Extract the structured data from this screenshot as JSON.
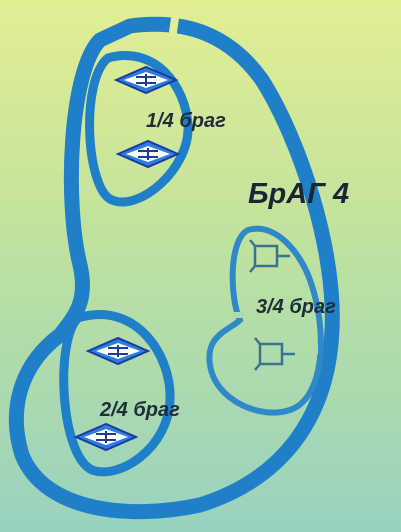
{
  "diagram": {
    "title": "БрАГ 4",
    "quarters": [
      {
        "id": "q1",
        "label": "1/4 браг"
      },
      {
        "id": "q2",
        "label": "2/4 браг"
      },
      {
        "id": "q3",
        "label": "3/4 браг"
      }
    ]
  },
  "colors": {
    "track": "#1f7fc9",
    "track_thin": "#2f88c8",
    "symbol_fill": "#2b7fe0",
    "symbol_stroke": "#1d3aa0",
    "symbol_inner": "#ffffff",
    "branch_symbol": "#3d7190"
  }
}
